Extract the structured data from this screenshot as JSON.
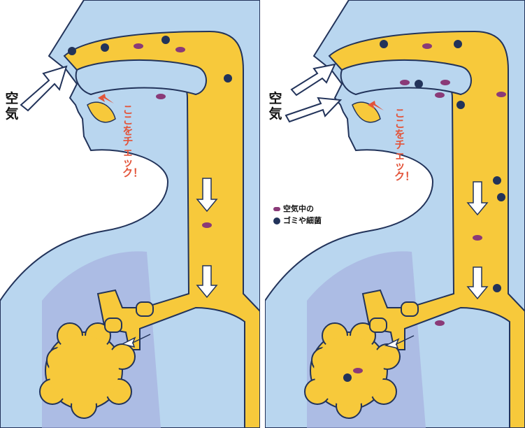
{
  "panels": [
    {
      "air_label": "空\n気",
      "check_text": "ここをチェック！"
    },
    {
      "air_label": "空\n気",
      "check_text": "ここをチェック！"
    }
  ],
  "legend": {
    "items": [
      {
        "icon": "germ-particle-icon",
        "label": "空気中の"
      },
      {
        "icon": "bacteria-star-icon",
        "label": "ゴミや細菌"
      }
    ]
  },
  "colors": {
    "skin": "#b9d6ef",
    "airway": "#f7c93b",
    "lung_shadow": "#a7b1e0",
    "outline": "#22335a",
    "particle": "#8a3a78",
    "arrow_red": "#e3543a"
  }
}
